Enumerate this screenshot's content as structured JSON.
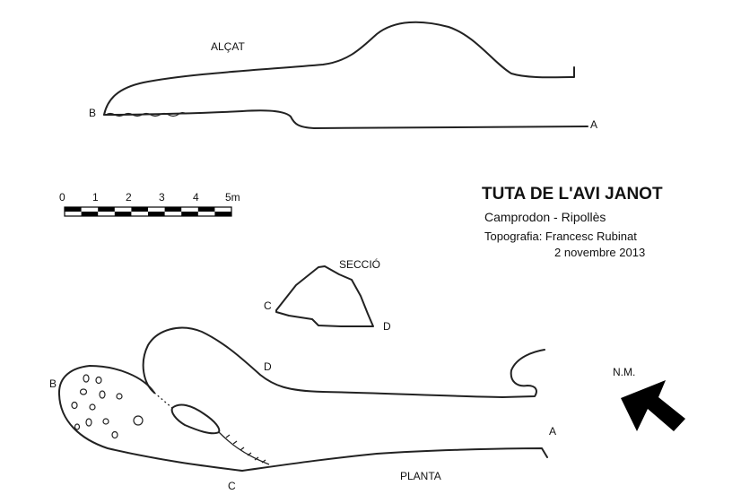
{
  "profile": {
    "label": "ALÇAT",
    "point_b": "B",
    "point_a": "A"
  },
  "scale": {
    "ticks": [
      "0",
      "1",
      "2",
      "3",
      "4",
      "5m"
    ]
  },
  "title": {
    "name": "TUTA DE L'AVI JANOT",
    "location": "Camprodon - Ripollès",
    "surveyor": "Topografia: Francesc Rubinat",
    "date": "2 novembre 2013"
  },
  "section": {
    "label": "SECCIÓ",
    "point_c": "C",
    "point_d": "D"
  },
  "plan": {
    "label": "PLANTA",
    "point_b": "B",
    "point_c": "C",
    "point_d": "D",
    "point_a": "A"
  },
  "north": {
    "label": "N.M.",
    "icon": "north-arrow-icon"
  }
}
